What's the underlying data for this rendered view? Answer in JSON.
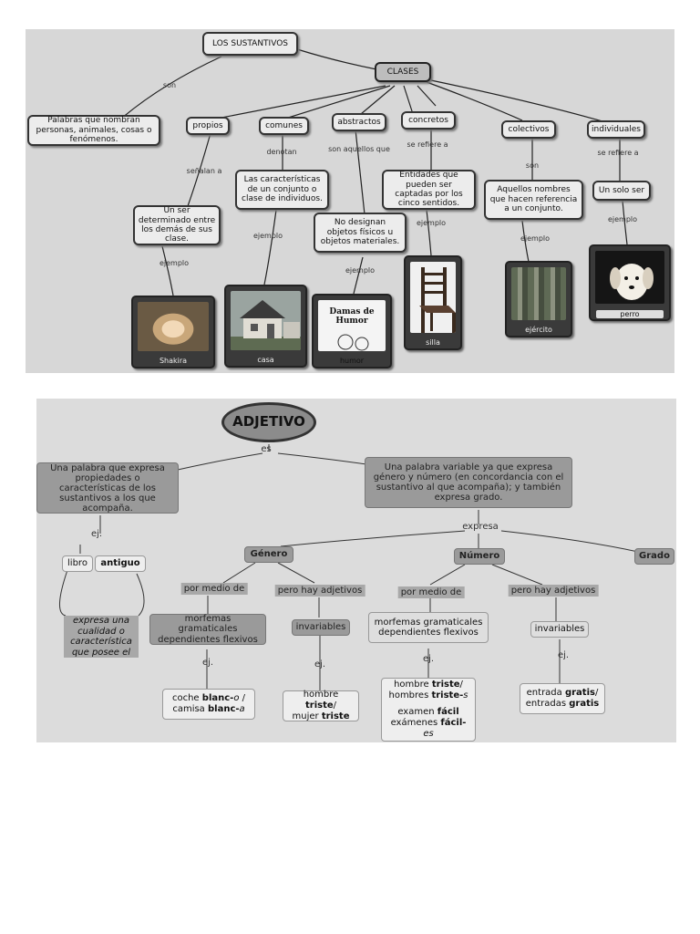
{
  "noun_map": {
    "root": "LOS SUSTANTIVOS",
    "classes": "CLASES",
    "label_son": "son",
    "definition": "Palabras que nombran personas, animales, cosas o fenómenos.",
    "types": {
      "propios": "propios",
      "comunes": "comunes",
      "abstractos": "abstractos",
      "concretos": "concretos",
      "colectivos": "colectivos",
      "individuales": "individuales"
    },
    "links": {
      "senalan": "señalan a",
      "denotan": "denotan",
      "son_aquellos": "son aquellos que",
      "se_refiere_1": "se refiere a",
      "son": "son",
      "se_refiere_2": "se refiere a",
      "ejemplo": "ejemplo"
    },
    "descriptions": {
      "propios": "Un ser determinado entre los demás de sus clase.",
      "comunes": "Las características de un conjunto o clase de individuos.",
      "abstractos": "No designan objetos físicos u objetos materiales.",
      "concretos": "Entidades que pueden ser captadas por los cinco sentidos.",
      "colectivos": "Aquellos nombres que hacen referencia a un conjunto.",
      "individuales": "Un solo ser"
    },
    "examples": {
      "propios": "Shakira",
      "comunes": "casa",
      "abstractos": "humor",
      "concretos": "silla",
      "colectivos": "ejército",
      "individuales": "perro"
    },
    "humor_book_title": "Damas de Humor"
  },
  "adj_map": {
    "root": "ADJETIVO",
    "label_es": "es",
    "def_left": "Una palabra que expresa propiedades o características de los sustantivos a los que acompaña.",
    "def_right": "Una palabra variable ya que expresa género y número (en concordancia con el sustantivo al que acompaña); y también expresa grado.",
    "label_expresa": "expresa",
    "label_ej": "ej.",
    "ex_noun": "libro",
    "ex_adj": "antiguo",
    "note": "expresa una cualidad o característica que posee el",
    "genero": "Género",
    "numero": "Número",
    "grado": "Grado",
    "por_medio_de": "por medio de",
    "pero_hay": "pero hay adjetivos",
    "morfemas": "morfemas gramaticales dependientes flexivos",
    "invariables": "invariables",
    "ex_gen_1": [
      "coche ",
      "blanc-",
      "o",
      " /"
    ],
    "ex_gen_2": [
      "camisa ",
      "blanc-",
      "a"
    ],
    "ex_gen_inv_1": [
      "hombre ",
      "triste",
      "/"
    ],
    "ex_gen_inv_2": [
      "mujer ",
      "triste"
    ],
    "ex_num_1": [
      "hombre ",
      "triste",
      "/"
    ],
    "ex_num_2": [
      "hombres ",
      "triste-",
      "s"
    ],
    "ex_num_3": [
      "examen ",
      "fácil",
      ""
    ],
    "ex_num_4": [
      "exámenes ",
      "fácil-",
      "es"
    ],
    "ex_num_inv_1": [
      "entrada ",
      "gratis",
      "/"
    ],
    "ex_num_inv_2": [
      "entradas ",
      "gratis",
      ""
    ]
  }
}
